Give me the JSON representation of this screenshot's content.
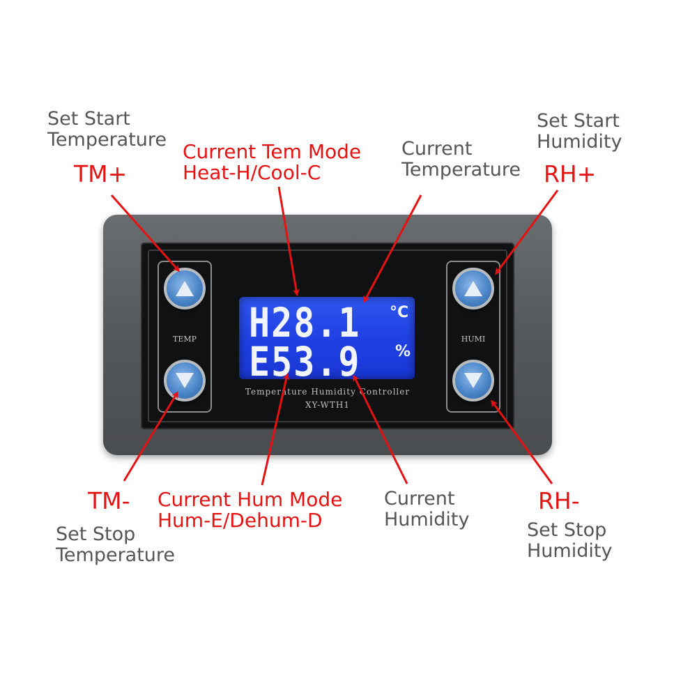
{
  "labels": {
    "tm_plus": {
      "title": "TM+",
      "desc": "Set Start Temperature",
      "desc_line1": "Set Start",
      "desc_line2": "Temperature"
    },
    "temp_mode": {
      "line1": "Current Tem Mode",
      "line2": "Heat-H/Cool-C"
    },
    "current_temp": {
      "line1": "Current",
      "line2": "Temperature"
    },
    "rh_plus": {
      "title": "RH+",
      "desc_line1": "Set Start",
      "desc_line2": "Humidity"
    },
    "tm_minus": {
      "title": "TM-",
      "desc_line1": "Set Stop",
      "desc_line2": "Temperature"
    },
    "hum_mode": {
      "line1": "Current Hum Mode",
      "line2": "Hum-E/Dehum-D"
    },
    "current_hum": {
      "line1": "Current",
      "line2": "Humidity"
    },
    "rh_minus": {
      "title": "RH-",
      "desc_line1": "Set Stop",
      "desc_line2": "Humidity"
    }
  },
  "device": {
    "temp_button_label": "TEMP",
    "humi_button_label": "HUMI",
    "product_name": "Temperature Humidity Controller",
    "model": "XY-WTH1"
  },
  "display": {
    "row1": "H28.1",
    "row1_unit": "°C",
    "row2": "E53.9",
    "row2_unit": "%",
    "background_color": "#1f3fe3",
    "text_color": "#f2f5ff"
  },
  "colors": {
    "accent_red": "#e41212",
    "label_gray": "#555555",
    "button_blue": "#4b86c9"
  },
  "icons": {
    "up": "triangle-up-icon",
    "down": "triangle-down-icon"
  }
}
